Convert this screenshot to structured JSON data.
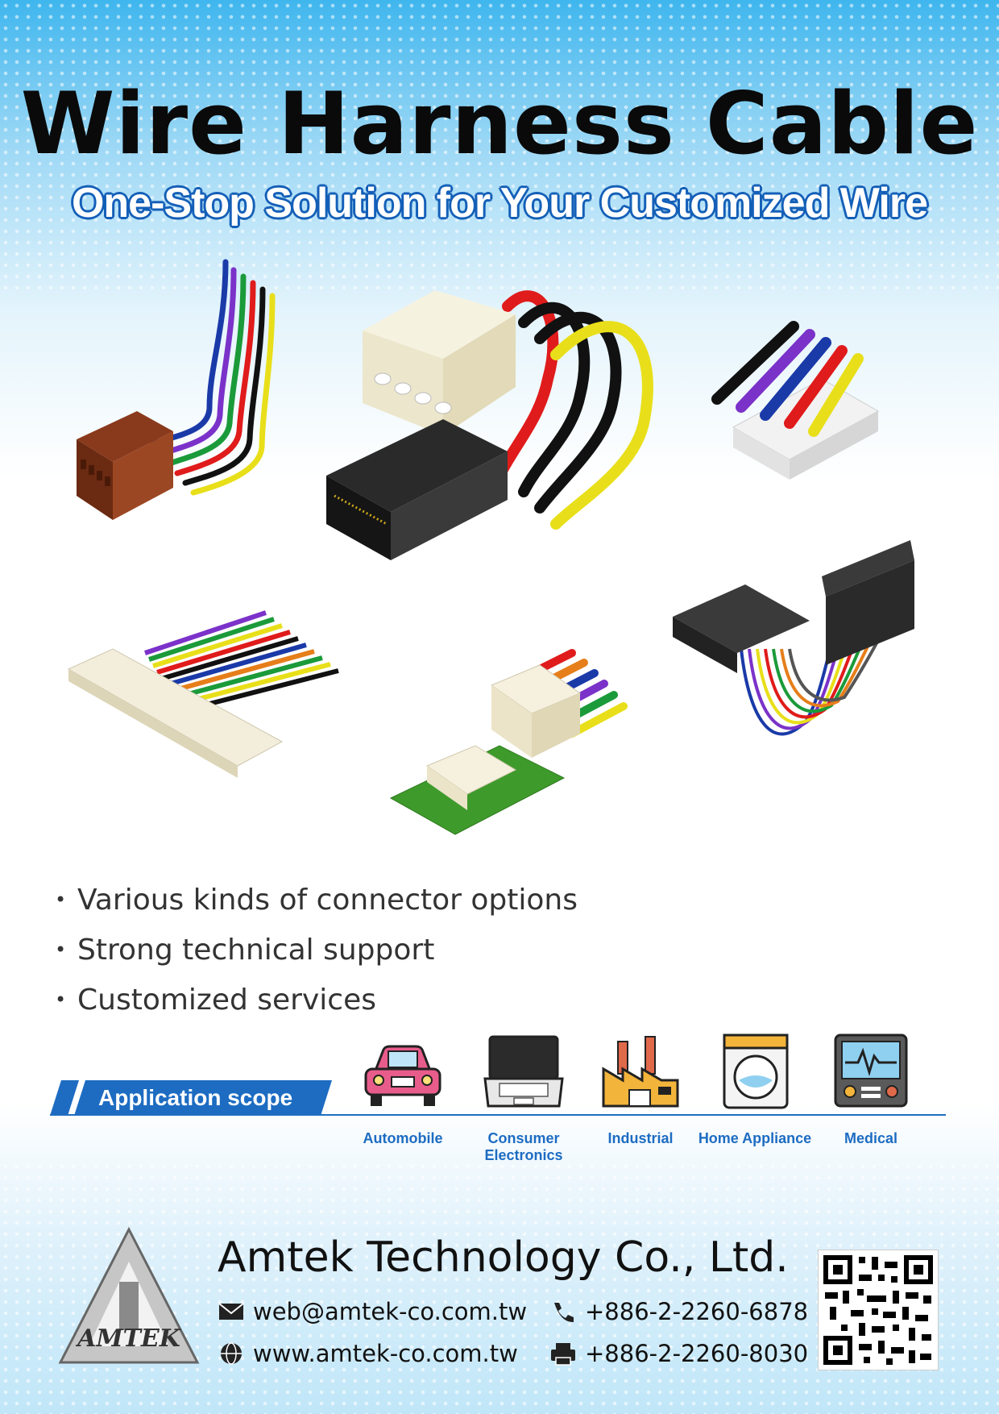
{
  "title": "Wire Harness Cable",
  "subtitle": "One-Stop Solution for Your Customized Wire",
  "features": [
    "Various kinds of connector options",
    "Strong technical support",
    "Customized services"
  ],
  "application_scope": {
    "label": "Application scope",
    "items": [
      {
        "label": "Automobile",
        "icon": "car-icon"
      },
      {
        "label": "Consumer Electronics",
        "icon": "laptop-icon"
      },
      {
        "label": "Industrial",
        "icon": "factory-icon"
      },
      {
        "label": "Home Appliance",
        "icon": "washing-machine-icon"
      },
      {
        "label": "Medical",
        "icon": "medical-monitor-icon"
      }
    ]
  },
  "company": {
    "name": "Amtek Technology Co., Ltd.",
    "logo_text": "AMTEK",
    "email": "web@amtek-co.com.tw",
    "website": "www.amtek-co.com.tw",
    "phone": "+886-2-2260-6878",
    "fax": "+886-2-2260-8030"
  },
  "colors": {
    "accent_blue": "#1d6cc2",
    "title": "#0a0a0a"
  }
}
